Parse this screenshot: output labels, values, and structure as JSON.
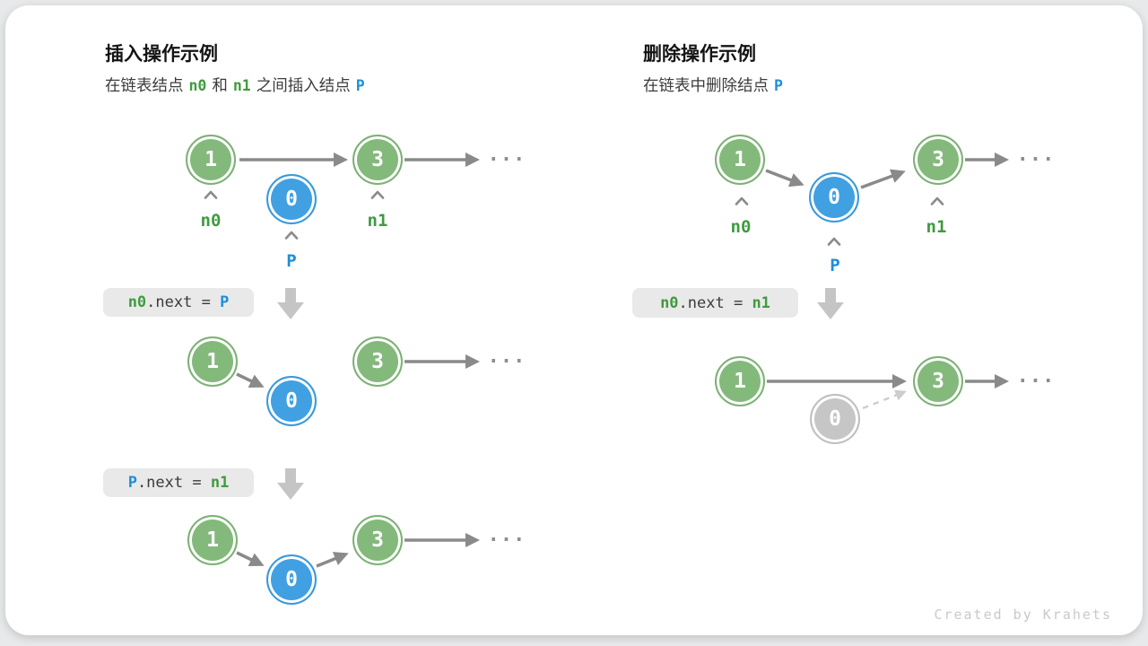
{
  "colors": {
    "node_green": "#84B97C",
    "node_blue": "#41A0E2",
    "node_gray": "#C6C6C6",
    "label_green": "#3F9B3F",
    "label_blue": "#1E8ED8",
    "arrow_gray": "#8A8A8A",
    "dashed_arrow_gray": "#CDCDCD",
    "code_box_bg": "#E9E9E9",
    "block_arrow_gray": "#C5C5C5",
    "card_bg": "#FFFFFF"
  },
  "left": {
    "title": "插入操作示例",
    "subtitle": {
      "t1": "在链表结点",
      "n0": "n0",
      "t2": "和",
      "n1": "n1",
      "t3": "之间插入结点",
      "p": "P"
    },
    "node_values": {
      "one": "1",
      "three": "3",
      "zero": "0"
    },
    "pointer_labels": {
      "n0": "n0",
      "n1": "n1",
      "p": "P"
    },
    "code1": {
      "lhs": "n0",
      "op": ".next = ",
      "rhs": "P"
    },
    "code2": {
      "lhs": "P",
      "op": ".next = ",
      "rhs": "n1"
    },
    "ellipsis": "..."
  },
  "right": {
    "title": "删除操作示例",
    "subtitle": {
      "t1": "在链表中删除结点",
      "p": "P"
    },
    "node_values": {
      "one": "1",
      "three": "3",
      "zero": "0"
    },
    "pointer_labels": {
      "n0": "n0",
      "n1": "n1",
      "p": "P"
    },
    "code1": {
      "lhs": "n0",
      "op": ".next = ",
      "rhs": "n1"
    },
    "ellipsis": "..."
  },
  "footer": {
    "credit": "Created by Krahets"
  }
}
